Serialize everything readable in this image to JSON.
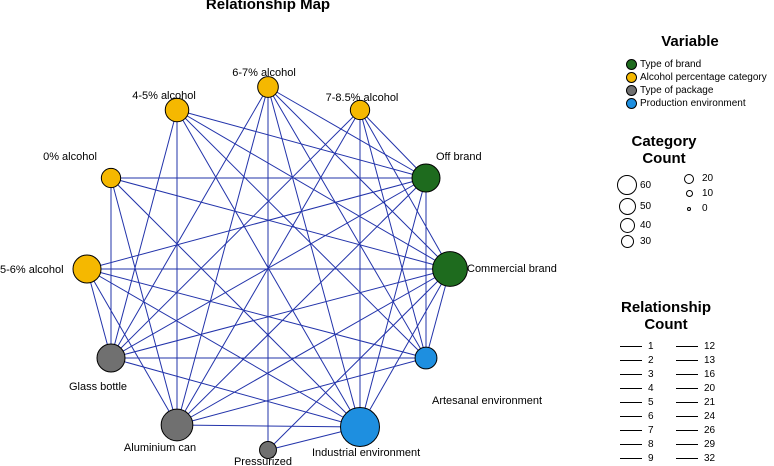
{
  "title": "Relationship Map",
  "legend_variable": {
    "title": "Variable",
    "items": [
      {
        "label": "Type of brand",
        "color": "#1e6b1e"
      },
      {
        "label": "Alcohol percentage category",
        "color": "#f5b800"
      },
      {
        "label": "Type of package",
        "color": "#707070"
      },
      {
        "label": "Production environment",
        "color": "#1e8fe0"
      }
    ]
  },
  "legend_category": {
    "title_line1": "Category",
    "title_line2": "Count",
    "items": [
      "60",
      "50",
      "40",
      "30",
      "20",
      "10",
      "0"
    ]
  },
  "legend_relationship": {
    "title_line1": "Relationship",
    "title_line2": "Count",
    "col1": [
      "1",
      "2",
      "3",
      "4",
      "5",
      "6",
      "7",
      "8",
      "9"
    ],
    "col2": [
      "12",
      "13",
      "16",
      "20",
      "21",
      "24",
      "26",
      "29",
      "32"
    ]
  },
  "nodes": [
    {
      "id": "alc67",
      "label": "6-7% alcohol",
      "group": "Alcohol percentage category",
      "count": 10
    },
    {
      "id": "alc785",
      "label": "7-8.5% alcohol",
      "group": "Alcohol percentage category",
      "count": 8
    },
    {
      "id": "offbrand",
      "label": "Off brand",
      "group": "Type of brand",
      "count": 25
    },
    {
      "id": "commercial",
      "label": "Commercial brand",
      "group": "Type of brand",
      "count": 45
    },
    {
      "id": "artesanal",
      "label": "Artesanal environment",
      "group": "Production environment",
      "count": 12
    },
    {
      "id": "industrial",
      "label": "Industrial environment",
      "group": "Production environment",
      "count": 60
    },
    {
      "id": "pressurized",
      "label": "Pressurized",
      "group": "Type of package",
      "count": 5
    },
    {
      "id": "alucan",
      "label": "Aluminium can",
      "group": "Type of package",
      "count": 35
    },
    {
      "id": "glass",
      "label": "Glass bottle",
      "group": "Type of package",
      "count": 25
    },
    {
      "id": "alc56",
      "label": "5-6% alcohol",
      "group": "Alcohol percentage category",
      "count": 25
    },
    {
      "id": "alc0",
      "label": "0% alcohol",
      "group": "Alcohol percentage category",
      "count": 8
    },
    {
      "id": "alc45",
      "label": "4-5% alcohol",
      "group": "Alcohol percentage category",
      "count": 15
    }
  ],
  "edges": [
    [
      "alc67",
      "offbrand"
    ],
    [
      "alc67",
      "commercial"
    ],
    [
      "alc67",
      "artesanal"
    ],
    [
      "alc67",
      "industrial"
    ],
    [
      "alc67",
      "alucan"
    ],
    [
      "alc67",
      "glass"
    ],
    [
      "alc67",
      "pressurized"
    ],
    [
      "alc785",
      "offbrand"
    ],
    [
      "alc785",
      "commercial"
    ],
    [
      "alc785",
      "artesanal"
    ],
    [
      "alc785",
      "industrial"
    ],
    [
      "alc785",
      "alucan"
    ],
    [
      "alc785",
      "glass"
    ],
    [
      "alc45",
      "offbrand"
    ],
    [
      "alc45",
      "commercial"
    ],
    [
      "alc45",
      "artesanal"
    ],
    [
      "alc45",
      "industrial"
    ],
    [
      "alc45",
      "alucan"
    ],
    [
      "alc45",
      "glass"
    ],
    [
      "alc0",
      "offbrand"
    ],
    [
      "alc0",
      "commercial"
    ],
    [
      "alc0",
      "industrial"
    ],
    [
      "alc0",
      "alucan"
    ],
    [
      "alc0",
      "glass"
    ],
    [
      "alc56",
      "offbrand"
    ],
    [
      "alc56",
      "commercial"
    ],
    [
      "alc56",
      "artesanal"
    ],
    [
      "alc56",
      "industrial"
    ],
    [
      "alc56",
      "alucan"
    ],
    [
      "alc56",
      "glass"
    ],
    [
      "offbrand",
      "glass"
    ],
    [
      "offbrand",
      "alucan"
    ],
    [
      "offbrand",
      "industrial"
    ],
    [
      "offbrand",
      "artesanal"
    ],
    [
      "commercial",
      "glass"
    ],
    [
      "commercial",
      "alucan"
    ],
    [
      "commercial",
      "industrial"
    ],
    [
      "commercial",
      "artesanal"
    ],
    [
      "commercial",
      "pressurized"
    ],
    [
      "glass",
      "artesanal"
    ],
    [
      "glass",
      "industrial"
    ],
    [
      "alucan",
      "industrial"
    ],
    [
      "alucan",
      "artesanal"
    ],
    [
      "pressurized",
      "industrial"
    ]
  ]
}
